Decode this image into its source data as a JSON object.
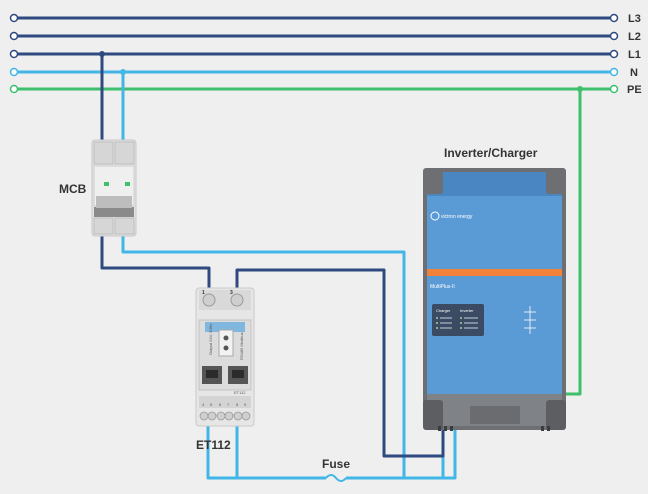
{
  "bus_lines": [
    {
      "label": "L3",
      "color": "#2e4a80"
    },
    {
      "label": "L2",
      "color": "#2e4a80"
    },
    {
      "label": "L1",
      "color": "#2e4a80"
    },
    {
      "label": "N",
      "color": "#42b6e6"
    },
    {
      "label": "PE",
      "color": "#3dbf6e"
    }
  ],
  "labels": {
    "mcb": "MCB",
    "meter": "ET112",
    "fuse": "Fuse",
    "inverter_title": "Inverter/Charger"
  },
  "inverter": {
    "brand": "victron energy",
    "model": "MultiPlus-II",
    "panel_left_title": "Charger",
    "panel_right_title": "Inverter",
    "body_color": "#5b9bd5",
    "stripe_color": "#f2813a"
  },
  "meter": {
    "side_text": "Output 24V, 50Hz",
    "side_text_2": "RS485 Modbus",
    "bottom_tag": "ET112",
    "terminals_top": [
      "1",
      "3"
    ],
    "terminals_bottom": [
      "4",
      "5",
      "6",
      "7",
      "8",
      "9"
    ]
  },
  "colors": {
    "l_wire": "#2e4a80",
    "n_wire": "#42b6e6",
    "pe_wire": "#3dbf6e"
  }
}
